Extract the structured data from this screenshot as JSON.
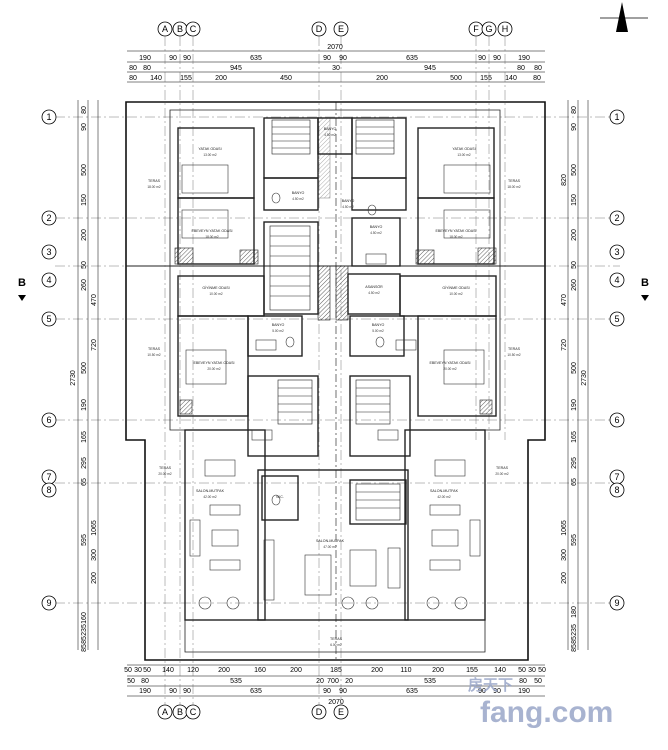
{
  "grid": {
    "columns": [
      "A",
      "B",
      "C",
      "D",
      "E",
      "F",
      "G",
      "H"
    ],
    "rows": [
      "1",
      "2",
      "3",
      "4",
      "5",
      "6",
      "7",
      "8",
      "9"
    ]
  },
  "section_marker": "B",
  "dimensions": {
    "top_overall": "2070",
    "top_row1": [
      "190",
      "90",
      "90",
      "635",
      "90",
      "90",
      "635",
      "90",
      "90",
      "190"
    ],
    "top_row2": [
      "80",
      "80",
      "945",
      "30",
      "945",
      "80",
      "80"
    ],
    "top_row3": [
      "80",
      "140",
      "155",
      "200",
      "450",
      "200",
      "500",
      "155",
      "140",
      "80"
    ],
    "bottom_row1": [
      "50",
      "30",
      "50",
      "140",
      "120",
      "200",
      "160",
      "200",
      "185",
      "200",
      "110",
      "200",
      "155",
      "140",
      "50",
      "30",
      "50"
    ],
    "bottom_row2": [
      "50",
      "80",
      "535",
      "20",
      "700",
      "20",
      "535",
      "80",
      "50"
    ],
    "bottom_row3": [
      "190",
      "90",
      "90",
      "635",
      "90",
      "90",
      "635",
      "90",
      "90",
      "190"
    ],
    "bottom_overall": "2070",
    "left_overall": "2730",
    "left_segments": [
      "80",
      "90",
      "500",
      "150",
      "200",
      "50",
      "260",
      "470",
      "720",
      "500",
      "190",
      "165",
      "295",
      "65",
      "1065",
      "595",
      "300",
      "200",
      "160",
      "235",
      "85",
      "85"
    ],
    "right_overall": "2730",
    "right_segments": [
      "80",
      "90",
      "500",
      "820",
      "150",
      "200",
      "50",
      "260",
      "470",
      "720",
      "500",
      "190",
      "165",
      "295",
      "65",
      "1065",
      "595",
      "300",
      "200",
      "180",
      "235",
      "85",
      "85"
    ]
  },
  "rooms": {
    "yatak_left": {
      "name": "YATAK ODASI",
      "area": "13.00 m2"
    },
    "yatak_right": {
      "name": "YATAK ODASI",
      "area": "13.00 m2"
    },
    "teras_tl": {
      "name": "TERAS",
      "area": "18.00 m2"
    },
    "teras_tr": {
      "name": "TERAS",
      "area": "18.00 m2"
    },
    "banyo_top": {
      "name": "BANYO",
      "area": "4.50 m2"
    },
    "banyo_tl": {
      "name": "BANYO",
      "area": "4.50 m2"
    },
    "banyo_tr": {
      "name": "BANYO",
      "area": "4.50 m2"
    },
    "banyo_c": {
      "name": "BANYO",
      "area": "4.50 m2"
    },
    "ebeveyn_tl": {
      "name": "EBEVEYN YATAK ODASI",
      "area": "18.00 m2"
    },
    "ebeveyn_tr": {
      "name": "EBEVEYN YATAK ODASI",
      "area": "18.00 m2"
    },
    "asansor": {
      "name": "ASANSÖR",
      "area": "4.50 m2"
    },
    "giyinme_l": {
      "name": "GİYİNME ODASI",
      "area": "10.00 m2"
    },
    "giyinme_r": {
      "name": "GİYİNME ODASI",
      "area": "10.00 m2"
    },
    "banyo_ml": {
      "name": "BANYO",
      "area": "5.00 m2"
    },
    "banyo_mr": {
      "name": "BANYO",
      "area": "5.00 m2"
    },
    "teras_ml": {
      "name": "TERAS",
      "area": "10.50 m2"
    },
    "teras_mr": {
      "name": "TERAS",
      "area": "10.50 m2"
    },
    "ebeveyn_ml": {
      "name": "EBEVEYN YATAK ODASI",
      "area": "20.00 m2"
    },
    "ebeveyn_mr": {
      "name": "EBEVEYN YATAK ODASI",
      "area": "20.00 m2"
    },
    "teras_ll": {
      "name": "TERAS",
      "area": "20.00 m2"
    },
    "teras_lr": {
      "name": "TERAS",
      "area": "20.00 m2"
    },
    "salon_l": {
      "name": "SALON-MUTFAK",
      "area": "42.00 m2"
    },
    "salon_r": {
      "name": "SALON-MUTFAK",
      "area": "42.00 m2"
    },
    "salon_c": {
      "name": "SALON-MUTFAK",
      "area": "47.00 m2"
    },
    "wc": {
      "name": "W.C.",
      "area": ""
    },
    "teras_bottom": {
      "name": "TERAS",
      "area": "6.00 m2"
    }
  },
  "watermark": {
    "brand": "房天下",
    "domain": "fang.com"
  },
  "colors": {
    "line": "#111111",
    "wall": "#333333",
    "grid": "#555555",
    "watermark": "#9aa6c8"
  }
}
